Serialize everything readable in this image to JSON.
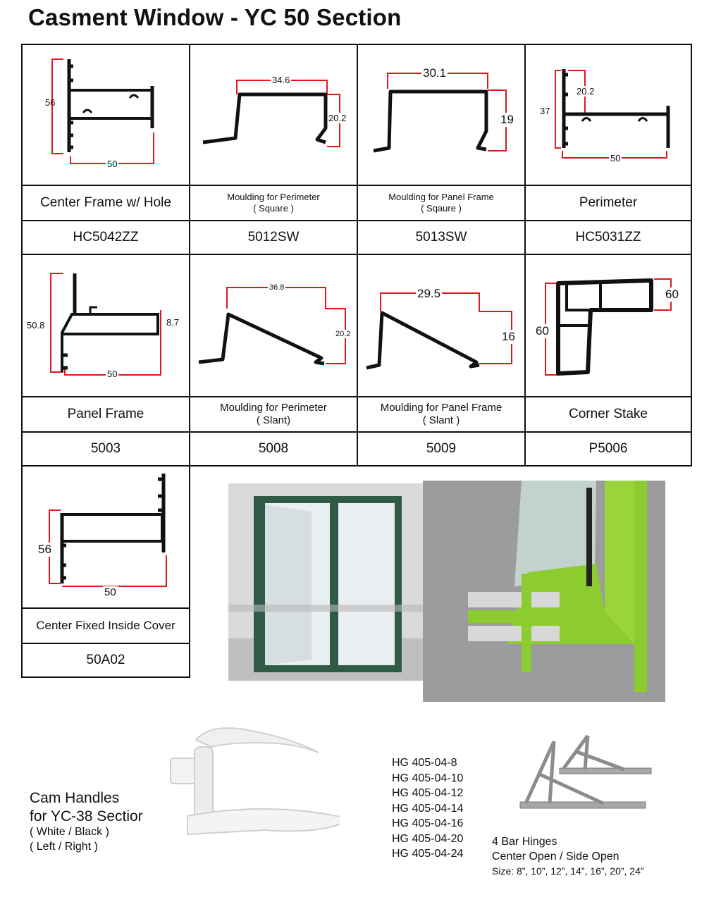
{
  "title": "Casment Window - YC 50 Section",
  "profiles": [
    {
      "name": "Center Frame w/ Hole",
      "code": "HC5042ZZ",
      "dims": [
        "56",
        "50"
      ]
    },
    {
      "name_line1": "Moulding for Perimeter",
      "name_line2": "( Square )",
      "code": "5012SW",
      "dims": [
        "34.6",
        "20.2"
      ]
    },
    {
      "name_line1": "Moulding for Panel Frame",
      "name_line2": "( Sqaure )",
      "code": "5013SW",
      "dims": [
        "30.1",
        "19"
      ]
    },
    {
      "name": "Perimeter",
      "code": "HC5031ZZ",
      "dims": [
        "20.2",
        "37",
        "50"
      ]
    },
    {
      "name": "Panel Frame",
      "code": "5003",
      "dims": [
        "50.8",
        "8.7",
        "50"
      ]
    },
    {
      "name_line1": "Moulding for Perimeter",
      "name_line2": "( Slant)",
      "code": "5008",
      "dims": [
        "36.8",
        "20.2"
      ]
    },
    {
      "name_line1": "Moulding for Panel Frame",
      "name_line2": "( Slant )",
      "code": "5009",
      "dims": [
        "29.5",
        "16"
      ]
    },
    {
      "name": "Corner Stake",
      "code": "P5006",
      "dims": [
        "60",
        "60"
      ]
    },
    {
      "name": "Center Fixed Inside Cover",
      "code": "50A02",
      "dims": [
        "56",
        "50"
      ]
    }
  ],
  "handles": {
    "title1": "Cam Handles",
    "title2": "for YC-38 Sectior",
    "colors": "( White / Black )",
    "sides": "( Left / Right )"
  },
  "hinge_codes": [
    "HG 405-04-8",
    "HG 405-04-10",
    "HG 405-04-12",
    "HG 405-04-14",
    "HG 405-04-16",
    "HG 405-04-20",
    "HG 405-04-24"
  ],
  "hinges": {
    "title": "4 Bar Hinges",
    "open": "Center Open / Side Open",
    "size": "Size: 8”, 10”, 12”, 14”, 16”, 20”, 24”"
  },
  "colors": {
    "dimension_line": "#e0181e",
    "profile": "#111111",
    "frame_green": "#2f5a48",
    "profile_lime": "#8ccc2e"
  }
}
